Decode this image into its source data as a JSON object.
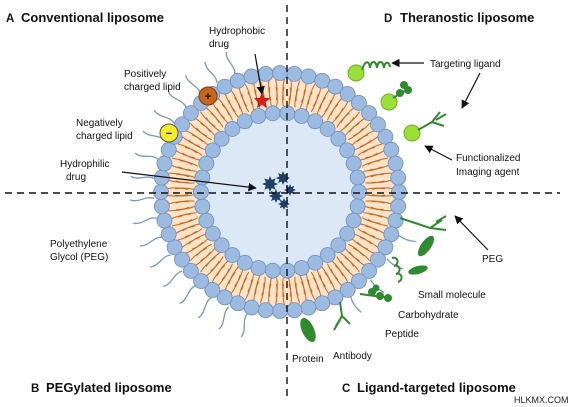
{
  "panels": {
    "a": {
      "letter": "A",
      "title": "Conventional liposome"
    },
    "b": {
      "letter": "B",
      "title": "PEGylated liposome"
    },
    "c": {
      "letter": "C",
      "title": "Ligand-targeted liposome"
    },
    "d": {
      "letter": "D",
      "title": "Theranostic liposome"
    }
  },
  "labels": {
    "hydrophobic_drug": [
      "Hydrophobic",
      "drug"
    ],
    "positive_lipid": [
      "Positively",
      "charged lipid"
    ],
    "negative_lipid": [
      "Negatively",
      "charged lipid"
    ],
    "hydrophilic_drug": [
      "Hydrophilic",
      "drug"
    ],
    "peg_long": [
      "Polyethylene",
      "Glycol (PEG)"
    ],
    "targeting_ligand": "Targeting ligand",
    "imaging_agent": [
      "Functionalized",
      "Imaging agent"
    ],
    "peg": "PEG",
    "small_molecule": "Small molecule",
    "carbohydrate": "Carbohydrate",
    "peptide": "Peptide",
    "protein": "Protein",
    "antibody": "Antibody"
  },
  "symbols": {
    "plus": "+",
    "minus": "−"
  },
  "watermark": "HLKMX.COM",
  "colors": {
    "head": "#9dbbe0",
    "head_stroke": "#6b8fc0",
    "tail": "#c8651c",
    "bilayer_fill": "#fde3c8",
    "core": "#dce8f6",
    "drug": "#1f3f66",
    "ligand_green": "#2e8b2e",
    "imaging_green": "#9be03a",
    "pos_lipid": "#c8651c",
    "neg_lipid": "#f5ec2a",
    "star": "#e0191b",
    "peg": "#7a98b8"
  }
}
